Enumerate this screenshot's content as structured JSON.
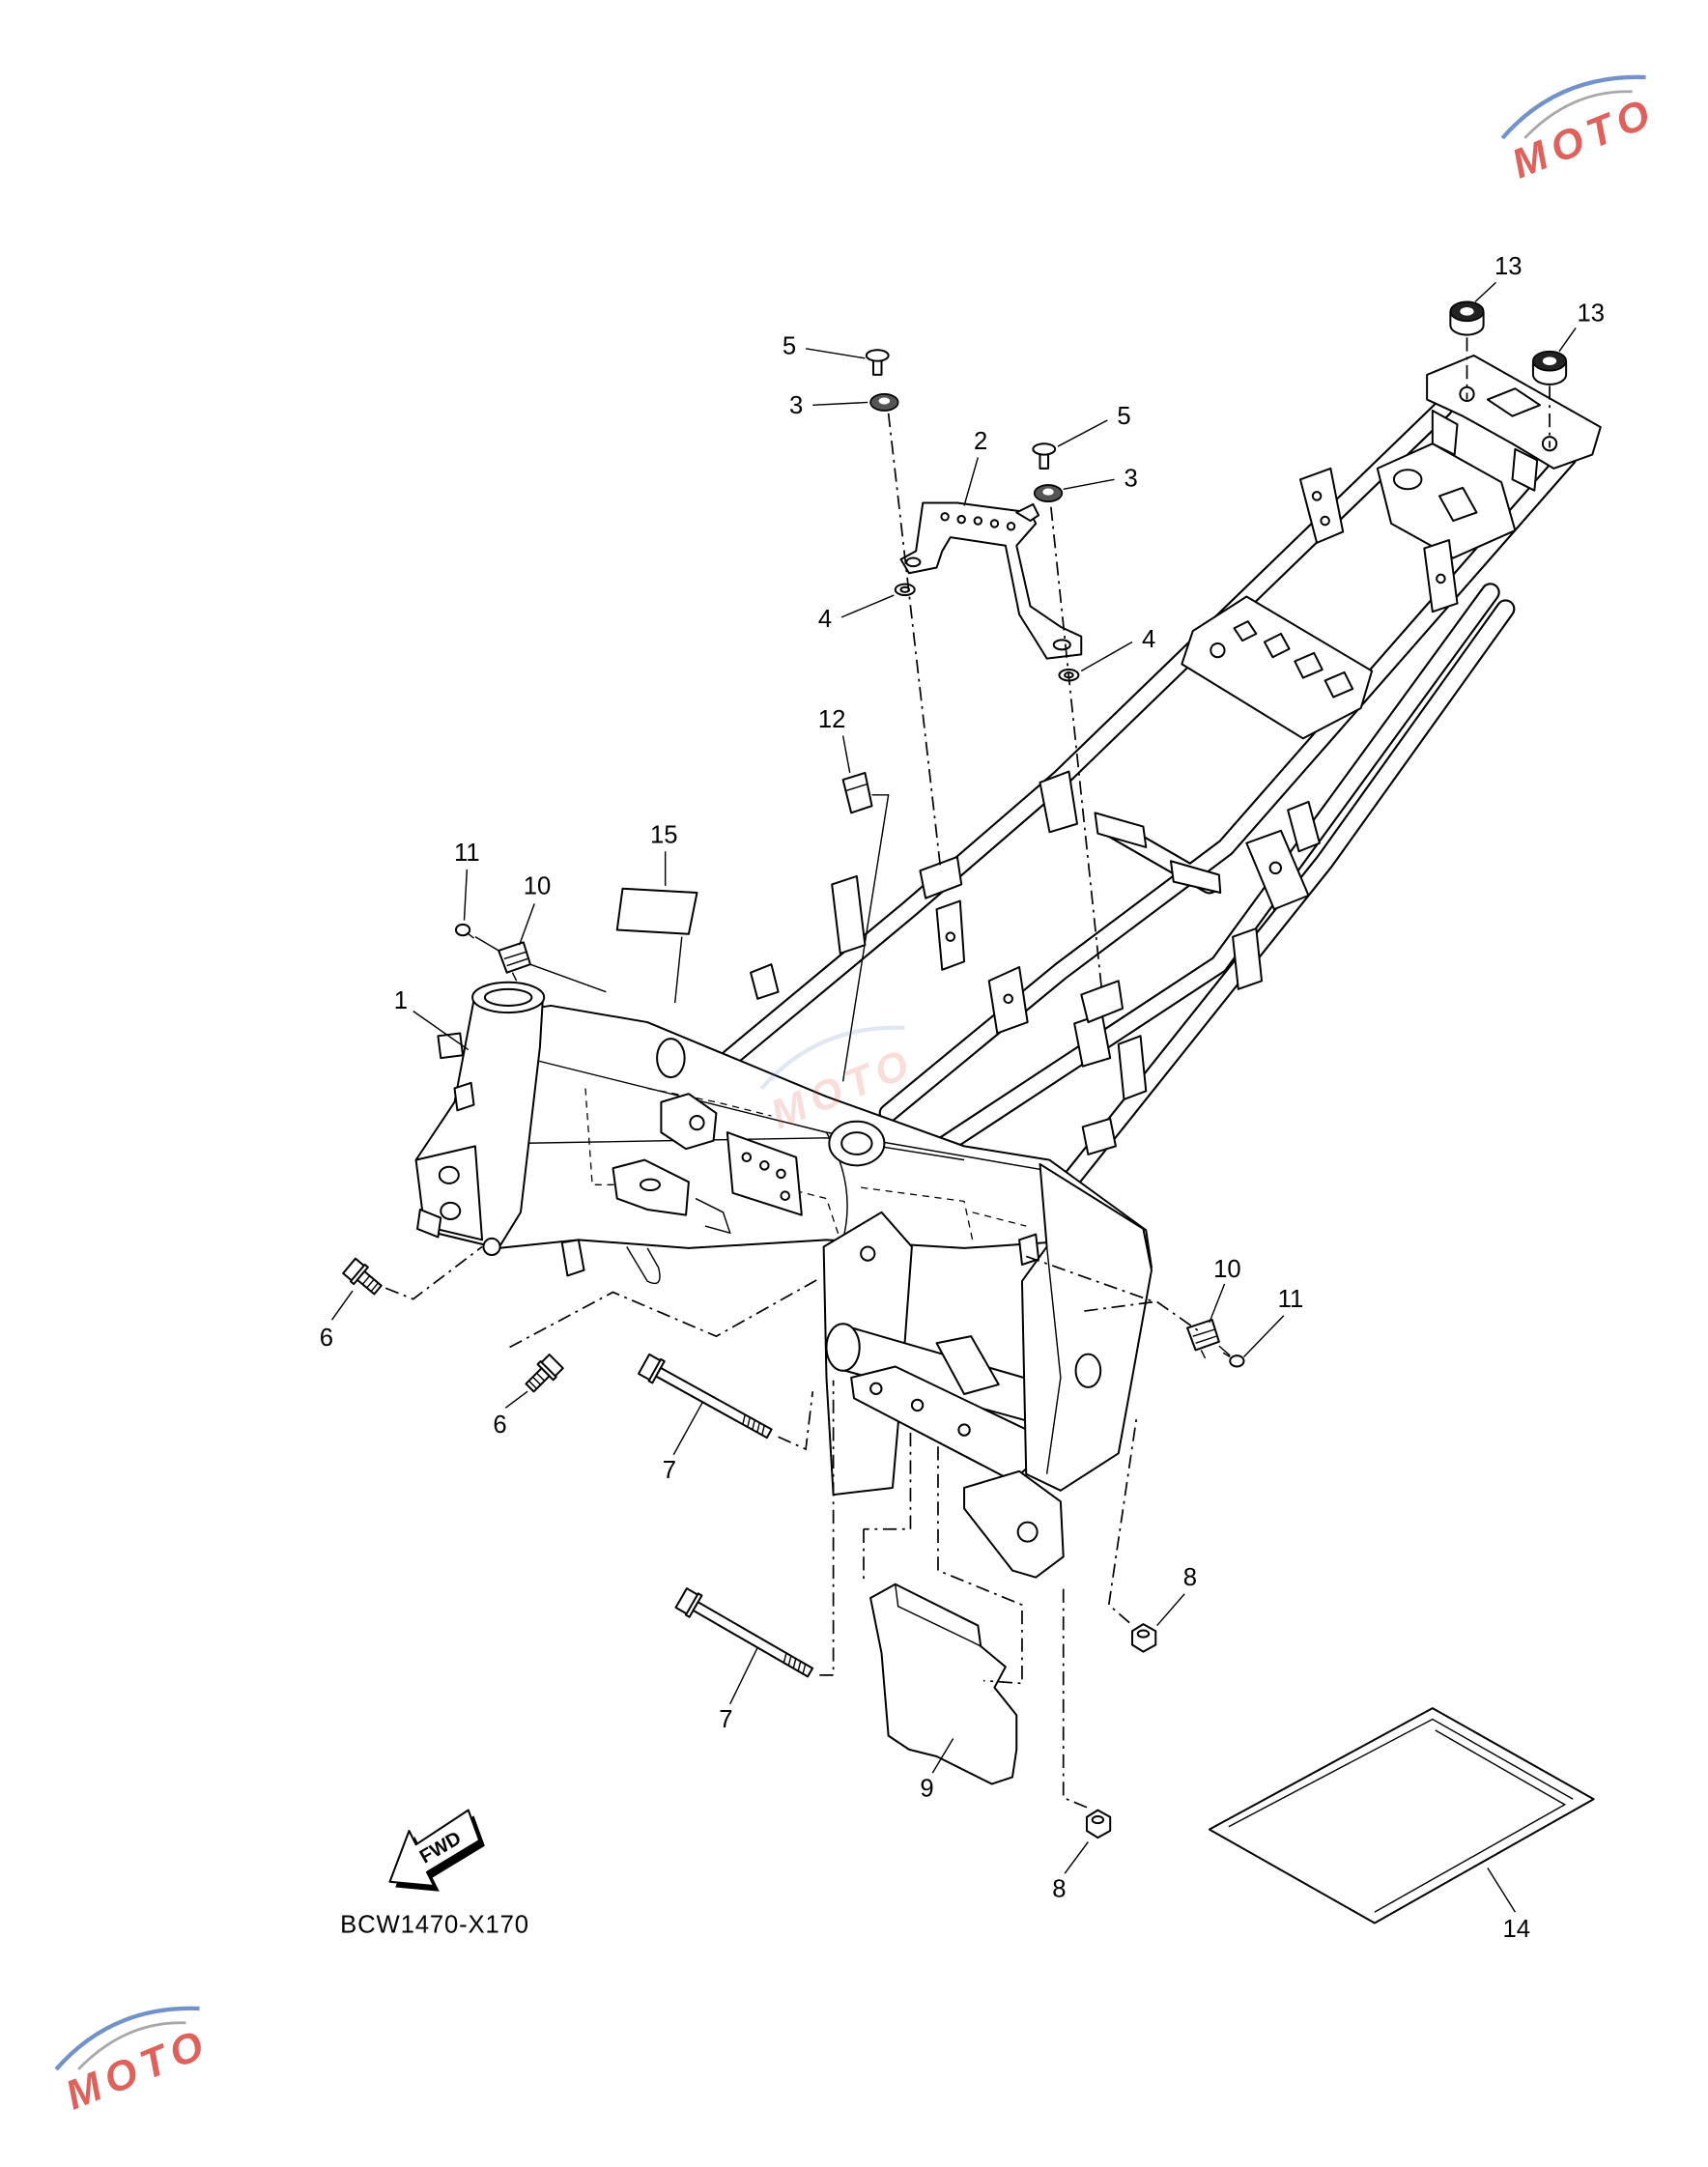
{
  "diagram": {
    "callouts": [
      "13",
      "13",
      "5",
      "3",
      "2",
      "5",
      "3",
      "4",
      "4",
      "12",
      "15",
      "11",
      "10",
      "1",
      "10",
      "11",
      "6",
      "6",
      "7",
      "7",
      "8",
      "8",
      "9",
      "14"
    ],
    "code": "BCW1470-X170",
    "fwd_label": "FWD",
    "line_color": "#000000"
  },
  "watermark": {
    "text": "MOTO",
    "letter_color": "#d9473f",
    "swoosh_color": "#5a7fc0",
    "accent_color": "#9a9a9a"
  }
}
